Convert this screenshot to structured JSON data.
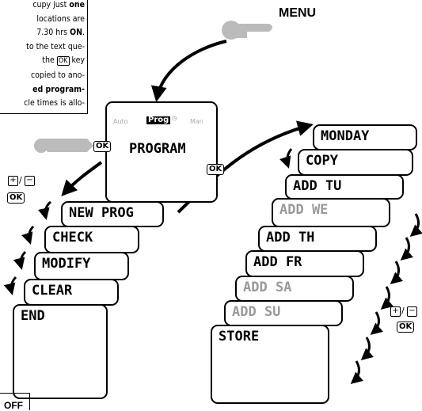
{
  "textbox": {
    "lines": [
      "cupy just one",
      "locations are",
      "7.30 hrs ON.",
      "to the text que-",
      "the OK key",
      "copied to ano-",
      "ed program-",
      "cle times is allo-"
    ],
    "bold_fragments": [
      "one",
      "ON",
      "ed program-"
    ],
    "ok_key": "OK"
  },
  "menu_label": "MENU",
  "program_screen": {
    "modes": [
      "Auto",
      "Prog",
      "Man"
    ],
    "active_mode": "Prog",
    "title": "PROGRAM"
  },
  "left_menu": [
    "NEW PROG",
    "CHECK",
    "MODIFY",
    "CLEAR",
    "END"
  ],
  "right_menu": [
    {
      "label": "MONDAY",
      "gray": false
    },
    {
      "label": "COPY",
      "gray": false
    },
    {
      "label": "ADD TU",
      "gray": false
    },
    {
      "label": "ADD WE",
      "gray": true
    },
    {
      "label": "ADD TH",
      "gray": false
    },
    {
      "label": "ADD FR",
      "gray": false
    },
    {
      "label": "ADD SA",
      "gray": true
    },
    {
      "label": "ADD SU",
      "gray": true
    },
    {
      "label": "STORE",
      "gray": false
    }
  ],
  "keys": {
    "ok": "OK",
    "plus": "+",
    "minus": "−"
  },
  "off_label": "OFF"
}
